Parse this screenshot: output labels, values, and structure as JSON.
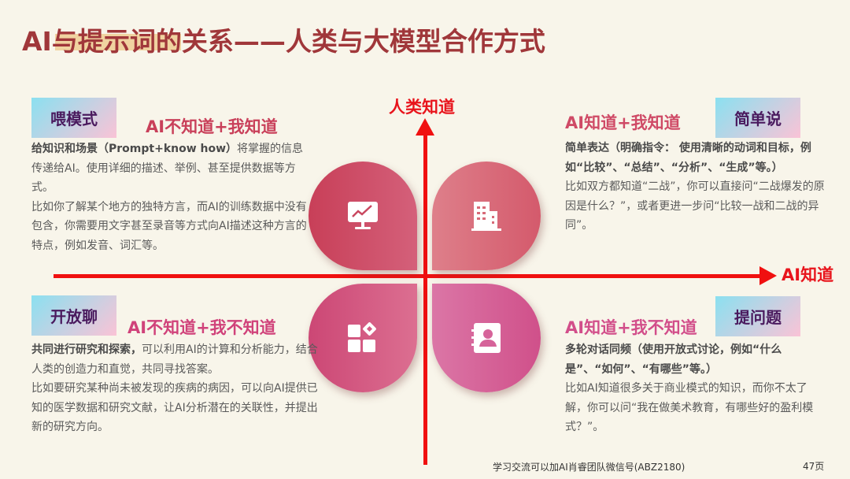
{
  "title": "AI与提示词的关系——人类与大模型合作方式",
  "axes": {
    "y_label": "人类知道",
    "x_label": "AI知道"
  },
  "quadrants": [
    {
      "tag": "喂模式",
      "subtitle": "AI不知道+我知道",
      "bold": "给知识和场景（Prompt+know how）",
      "text": "将掌握的信息传递给AI。使用详细的描述、举例、甚至提供数据等方式。",
      "example": "比如你了解某个地方的独特方言，而AI的训练数据中没有包含，你需要用文字甚至录音等方式向AI描述这种方言的特点，例如发音、词汇等。",
      "icon": "monitor-chart-icon"
    },
    {
      "tag": "简单说",
      "subtitle": "AI知道+我知道",
      "bold": "简单表达（明确指令： 使用清晰的动词和目标，例如“比较”、“总结”、“分析”、“生成”等。）",
      "text": "",
      "example": " 比如双方都知道“二战”，你可以直接问“二战爆发的原因是什么？”，或者更进一步问“比较一战和二战的异同”。",
      "icon": "building-icon"
    },
    {
      "tag": "开放聊",
      "subtitle": "AI不知道+我不知道",
      "bold": "共同进行研究和探索，",
      "text": "可以利用AI的计算和分析能力，结合人类的创造力和直觉，共同寻找答案。",
      "example": "比如要研究某种尚未被发现的疾病的病因，可以向AI提供已知的医学数据和研究文献，让AI分析潜在的关联性，并提出新的研究方向。",
      "icon": "apps-grid-icon"
    },
    {
      "tag": "提问题",
      "subtitle": "AI知道+我不知道",
      "bold": "多轮对话同频（使用开放式讨论，例如“什么是”、“如何”、“有哪些”等。）",
      "text": "",
      "example": "比如AI知道很多关于商业模式的知识，而你不太了解，你可以问“我在做美术教育，有哪些好的盈利模式？”。",
      "icon": "contact-book-icon"
    }
  ],
  "colors": {
    "title": "#a0373a",
    "axis": "#f01010",
    "tag_text": "#4a1a5e"
  },
  "footer": {
    "note": "学习交流可以加AI肖睿团队微信号(ABZ2180)",
    "page": "47页"
  }
}
